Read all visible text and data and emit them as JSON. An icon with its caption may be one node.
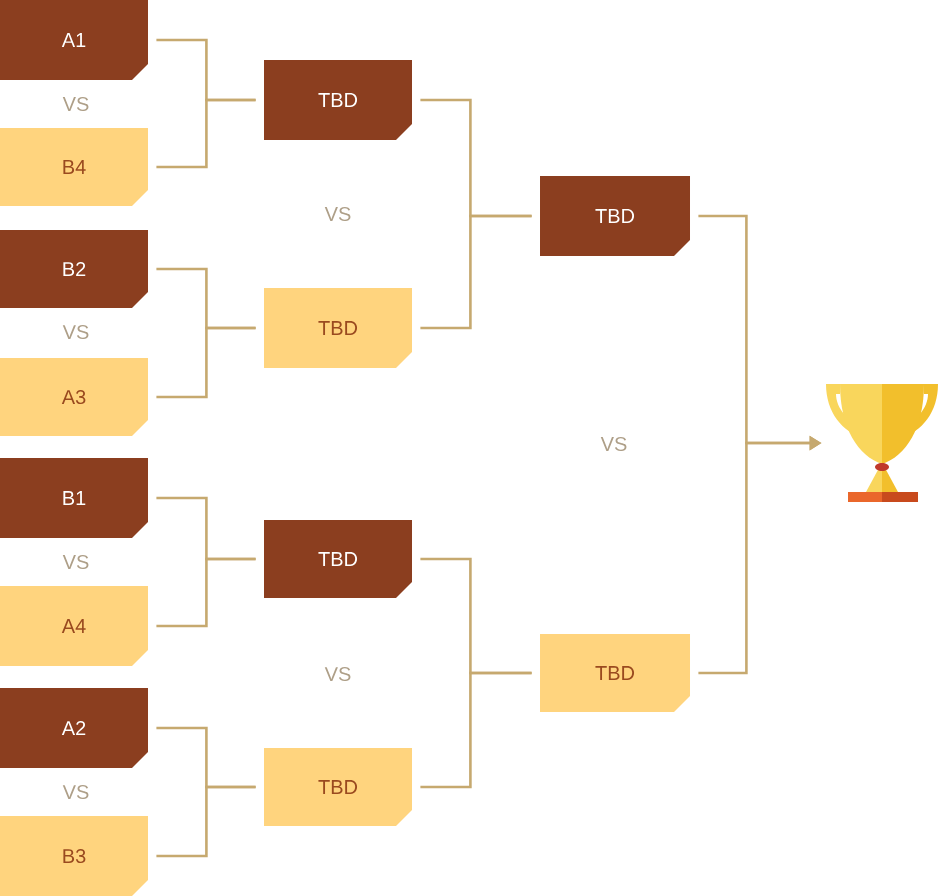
{
  "diagram": {
    "nodes": [
      {
        "text": [
          "A1"
        ]
      },
      {
        "text": [
          "B4"
        ]
      },
      {
        "text": [
          "B2"
        ]
      },
      {
        "text": [
          "A3"
        ]
      },
      {
        "text": [
          "B1"
        ]
      },
      {
        "text": [
          "A4"
        ]
      },
      {
        "text": [
          "A2"
        ]
      },
      {
        "text": [
          "B3"
        ]
      },
      {
        "text": [
          "TBD"
        ]
      },
      {
        "text": [
          "TBD"
        ]
      },
      {
        "text": [
          "TBD"
        ]
      },
      {
        "text": [
          "TBD"
        ]
      },
      {
        "text": [
          "TBD"
        ]
      },
      {
        "text": [
          "TBD"
        ]
      },
      {
        "text": [],
        "shape": "trophy"
      }
    ],
    "edges": [
      {
        "from": 0,
        "to": 8,
        "arrow": "none"
      },
      {
        "from": 1,
        "to": 8,
        "arrow": "none"
      },
      {
        "from": 2,
        "to": 9,
        "arrow": "none"
      },
      {
        "from": 3,
        "to": 9,
        "arrow": "none"
      },
      {
        "from": 4,
        "to": 10,
        "arrow": "none"
      },
      {
        "from": 5,
        "to": 10,
        "arrow": "none"
      },
      {
        "from": 6,
        "to": 11,
        "arrow": "none"
      },
      {
        "from": 7,
        "to": 11,
        "arrow": "none"
      },
      {
        "from": 8,
        "to": 12,
        "arrow": "none"
      },
      {
        "from": 9,
        "to": 12,
        "arrow": "none"
      },
      {
        "from": 10,
        "to": 13,
        "arrow": "none"
      },
      {
        "from": 11,
        "to": 13,
        "arrow": "none"
      },
      {
        "from": 12,
        "to": 14,
        "arrow": "to"
      },
      {
        "from": 13,
        "to": 14,
        "arrow": "to"
      }
    ],
    "labels": [
      "VS",
      "VS",
      "VS",
      "VS",
      "VS",
      "VS",
      "VS"
    ]
  }
}
